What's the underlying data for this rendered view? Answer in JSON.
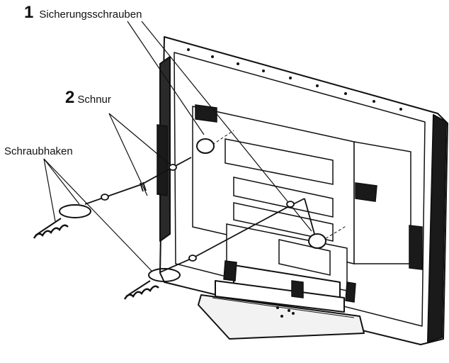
{
  "labels": {
    "item1": {
      "number": "1",
      "text": "Sicherungsschrauben"
    },
    "item2": {
      "number": "2",
      "text": "Schnur"
    },
    "hook": {
      "text": "Schraubhaken"
    }
  },
  "colors": {
    "line": "#111111",
    "fill_dark": "#1a1a1a",
    "fill_light": "#ffffff",
    "stand": "#f2f2f2"
  }
}
